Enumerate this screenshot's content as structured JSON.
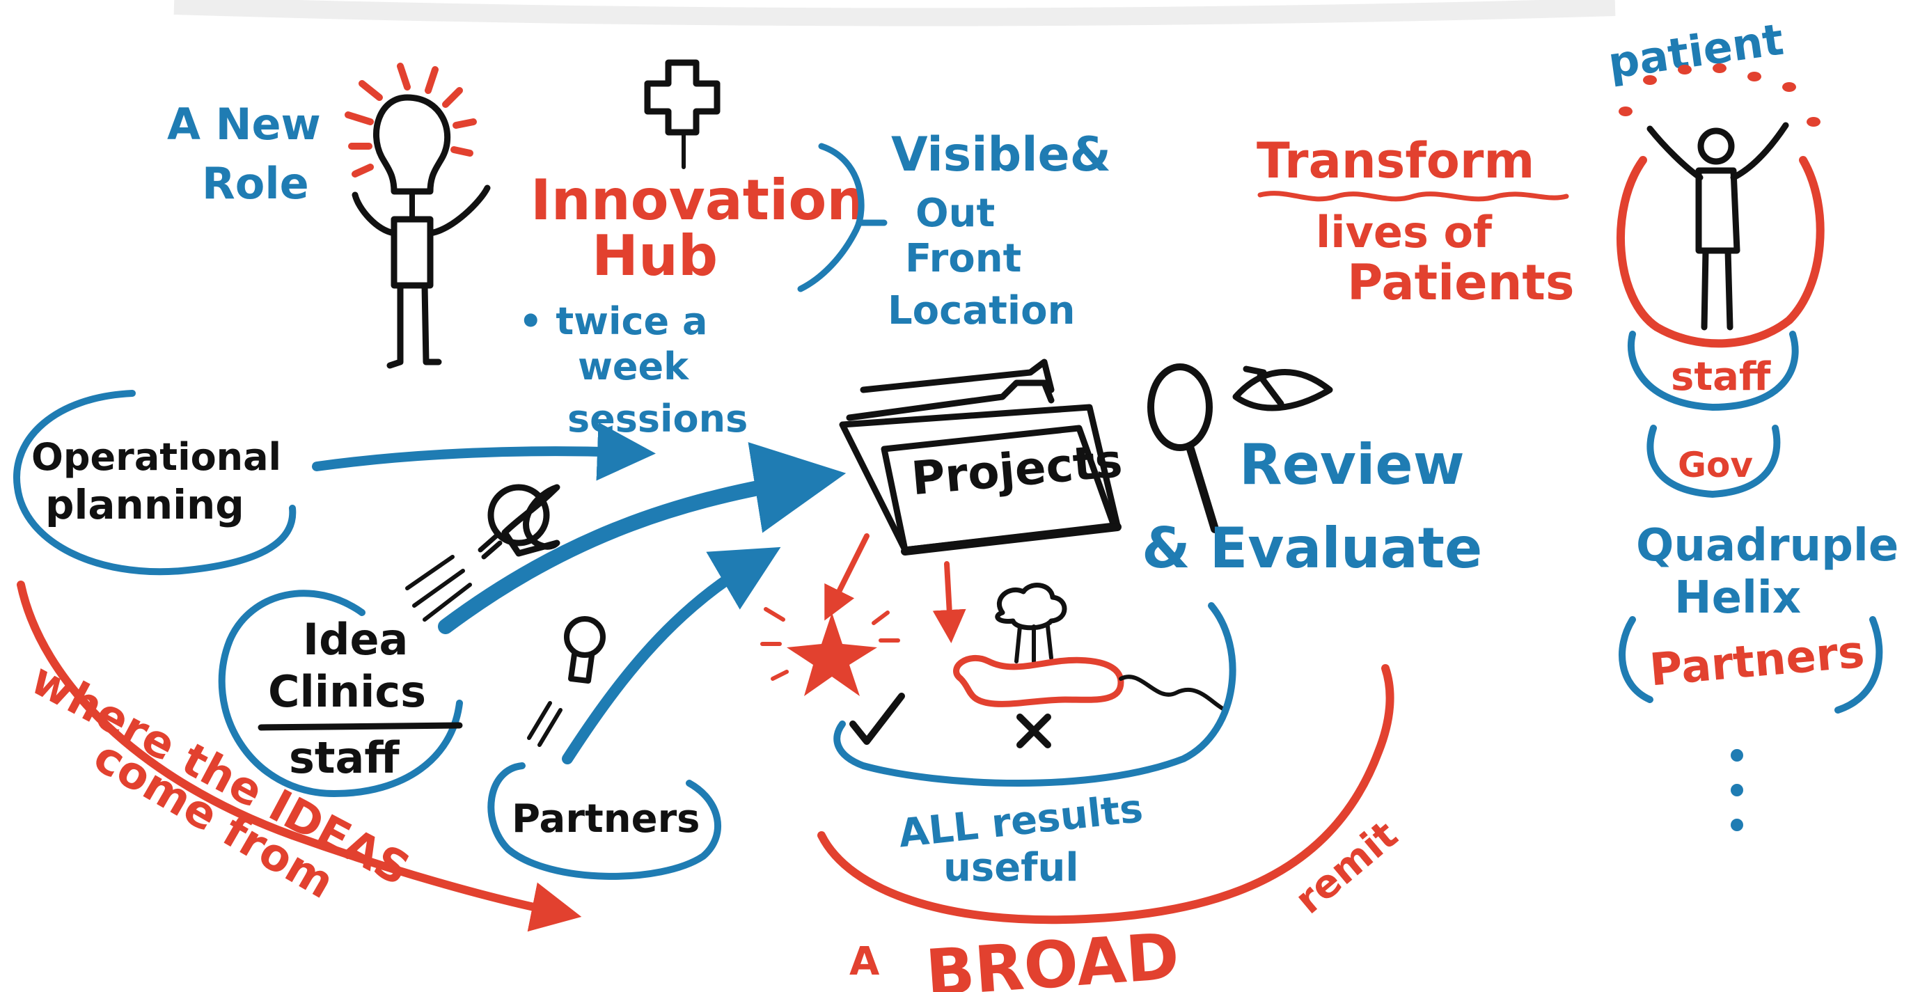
{
  "new_role": {
    "line1": "A New",
    "line2": "Role"
  },
  "innovation_hub": {
    "line1": "Innovation",
    "line2": "Hub"
  },
  "hub_location": {
    "line1": "Visible&",
    "line2": "Out",
    "line3": "Front",
    "line4": "Location"
  },
  "hub_sessions": {
    "line1": "• twice a",
    "line2": "week",
    "line3": "sessions"
  },
  "transform": {
    "line1": "Transform",
    "line2": "lives of",
    "line3": "Patients"
  },
  "helix": {
    "patient": "patient",
    "staff": "staff",
    "gov": "Gov",
    "quadruple": "Quadruple",
    "helix": "Helix",
    "partners": "Partners"
  },
  "sources": {
    "operational": {
      "line1": "Operational",
      "line2": "planning"
    },
    "idea_clinics": {
      "line1": "Idea",
      "line2": "Clinics",
      "line3": "staff"
    },
    "partners": "Partners",
    "caption": {
      "line1": "where the IDEAS",
      "line2": "come from"
    }
  },
  "projects": {
    "label": "Projects"
  },
  "review": {
    "line1": "Review",
    "line2": "& Evaluate"
  },
  "results": {
    "line1": "ALL results",
    "line2": "useful"
  },
  "remit": {
    "a": "A",
    "broad": "BROAD",
    "remit": "remit"
  },
  "colors": {
    "blue": "#1f7cb3",
    "red": "#e2412f",
    "black": "#111111"
  }
}
